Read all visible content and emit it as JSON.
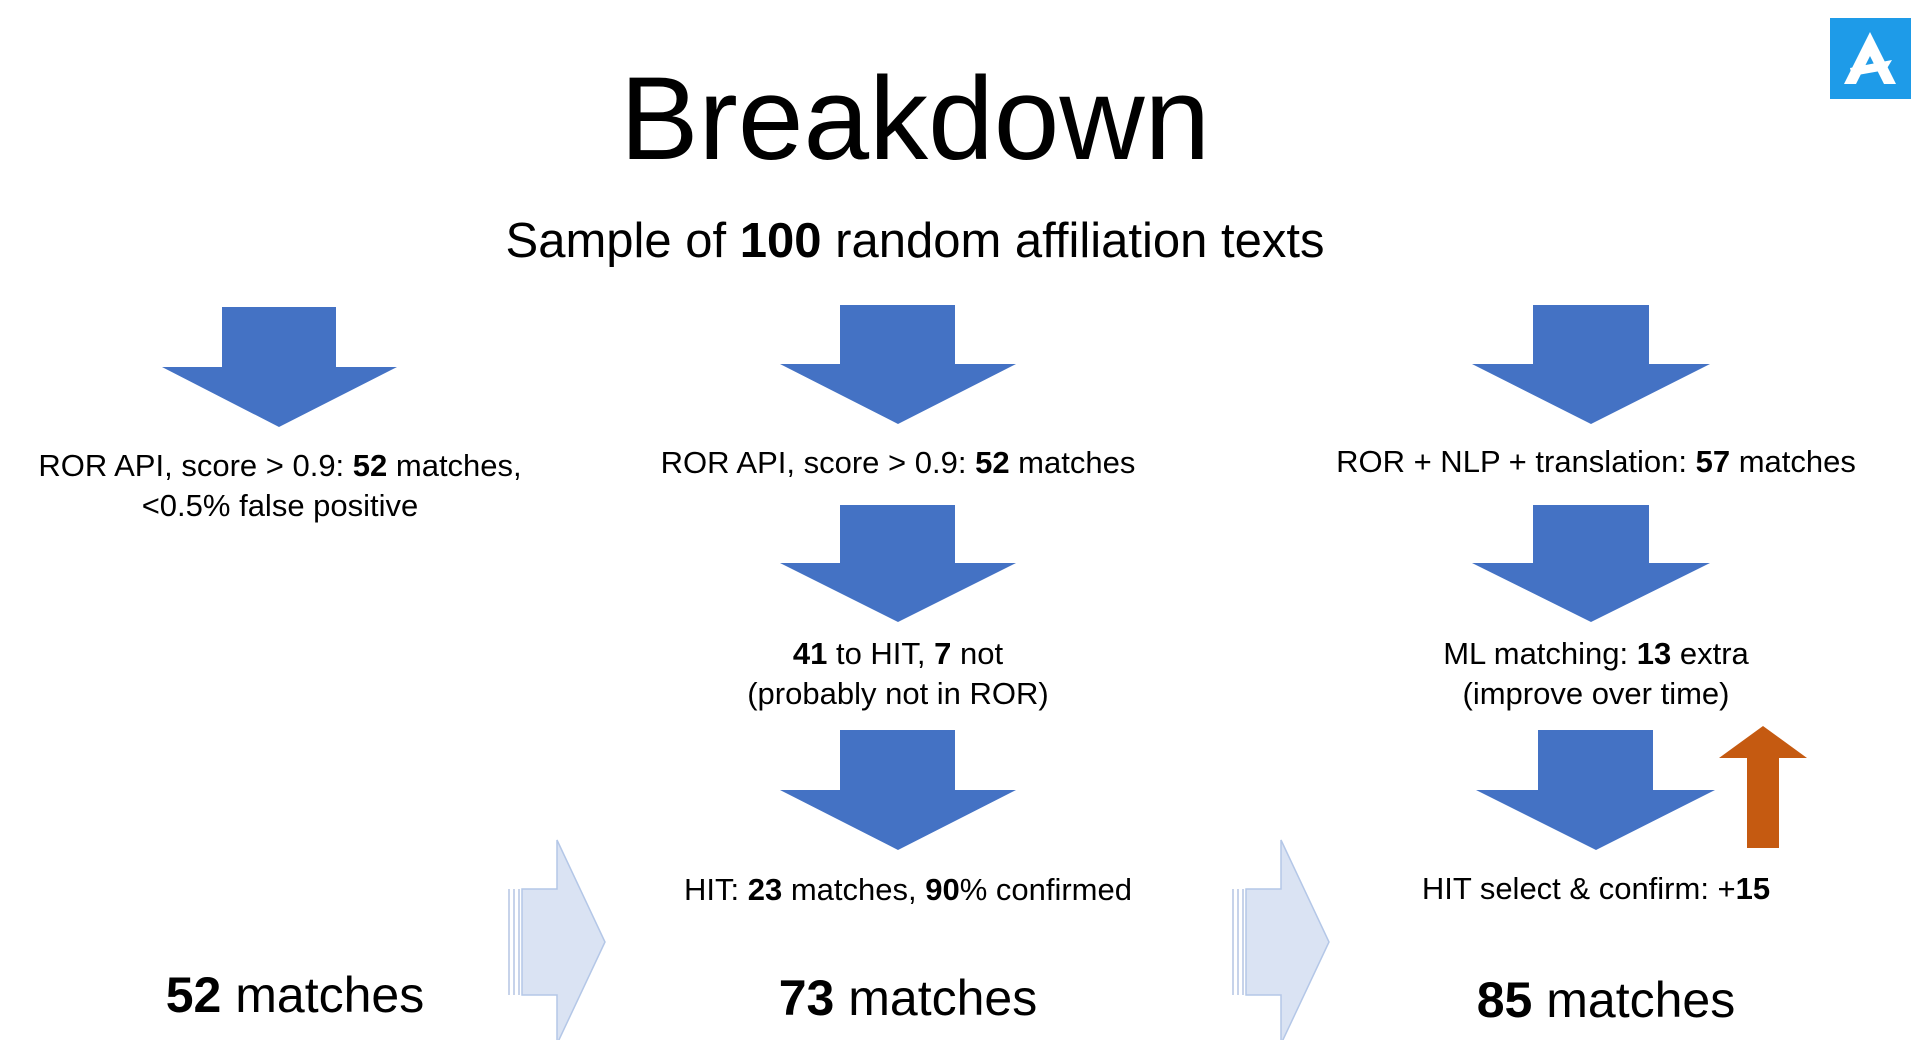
{
  "title": "Breakdown",
  "subtitle": {
    "pre": "Sample of ",
    "num": "100",
    "post": " random affiliation texts"
  },
  "colors": {
    "arrow_blue": "#4472c4",
    "arrow_orange": "#c55a11",
    "arrow_light": "#dae3f3",
    "logo_bg": "#1e9be8"
  },
  "icons": {
    "logo": "openaire-style-logo-icon"
  },
  "columns": [
    {
      "steps": [
        {
          "pre": "ROR API, score > 0.9: ",
          "num": "52",
          "post": " matches,",
          "line2": "<0.5% false positive"
        }
      ],
      "result": {
        "num": "52",
        "label": " matches"
      }
    },
    {
      "steps": [
        {
          "pre": "ROR API, score > 0.9: ",
          "num": "52",
          "post": " matches"
        },
        {
          "num1": "41",
          "mid": " to HIT, ",
          "num2": "7",
          "post": " not",
          "line2": "(probably not in ROR)"
        },
        {
          "pre": "HIT: ",
          "num1": "23",
          "mid": " matches, ",
          "num2": "90",
          "post": "% confirmed"
        }
      ],
      "result": {
        "num": "73",
        "label": " matches"
      }
    },
    {
      "steps": [
        {
          "pre": "ROR + NLP + translation: ",
          "num": "57",
          "post": " matches"
        },
        {
          "pre": "ML matching: ",
          "num": "13",
          "post": " extra",
          "line2": "(improve over time)"
        },
        {
          "pre": "HIT select & confirm: +",
          "num": "15"
        }
      ],
      "result": {
        "num": "85",
        "label": " matches"
      }
    }
  ]
}
